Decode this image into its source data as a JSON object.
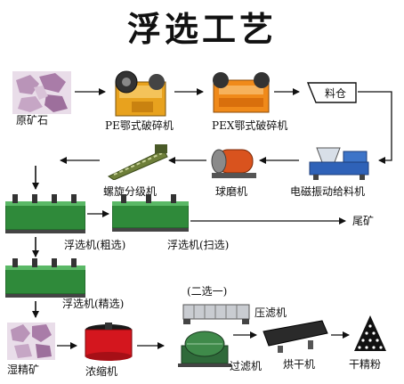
{
  "title": "浮选工艺",
  "nodes": {
    "ore": "原矿石",
    "pe_crusher": "PE鄂式破碎机",
    "pex_crusher": "PEX鄂式破碎机",
    "bin": "料仓",
    "feeder": "电磁振动给料机",
    "ball_mill": "球磨机",
    "classifier": "螺旋分级机",
    "rough": "浮选机(粗选)",
    "scavenge": "浮选机(扫选)",
    "tailings": "尾矿",
    "clean": "浮选机(精选)",
    "second_clean": "(二选一)",
    "press_filter": "压滤机",
    "wet_conc": "湿精矿",
    "thickener": "浓缩机",
    "vacuum_filter": "过滤机",
    "dryer": "烘干机",
    "dry_conc": "干精粉"
  }
}
